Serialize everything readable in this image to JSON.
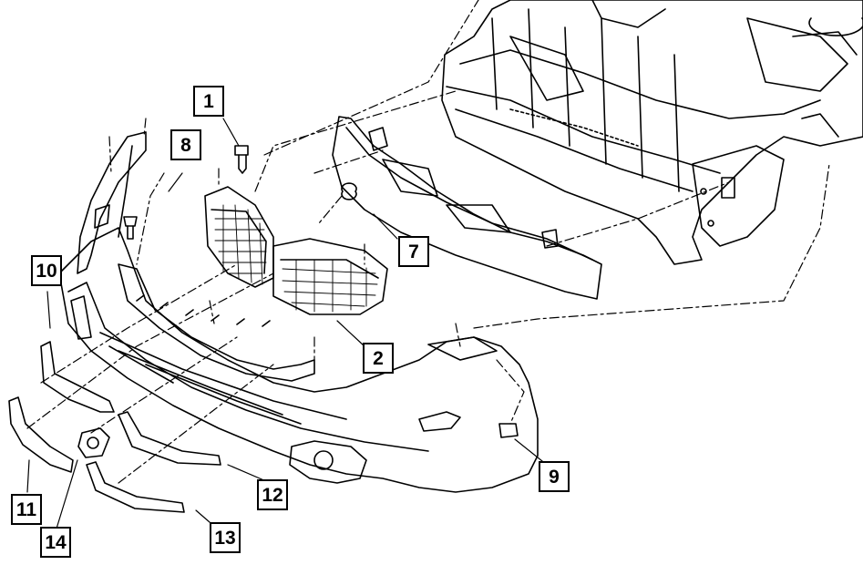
{
  "diagram": {
    "kind": "exploded-parts-view",
    "subject": "front-bumper-fascia-and-grille-assembly",
    "callouts": [
      {
        "id": "c1",
        "label": "1"
      },
      {
        "id": "c2",
        "label": "2"
      },
      {
        "id": "c7",
        "label": "7"
      },
      {
        "id": "c8",
        "label": "8"
      },
      {
        "id": "c9",
        "label": "9"
      },
      {
        "id": "c10",
        "label": "10"
      },
      {
        "id": "c11",
        "label": "11"
      },
      {
        "id": "c12",
        "label": "12"
      },
      {
        "id": "c13",
        "label": "13"
      },
      {
        "id": "c14",
        "label": "14"
      }
    ],
    "colors": {
      "line": "#000000",
      "background": "#ffffff"
    }
  }
}
